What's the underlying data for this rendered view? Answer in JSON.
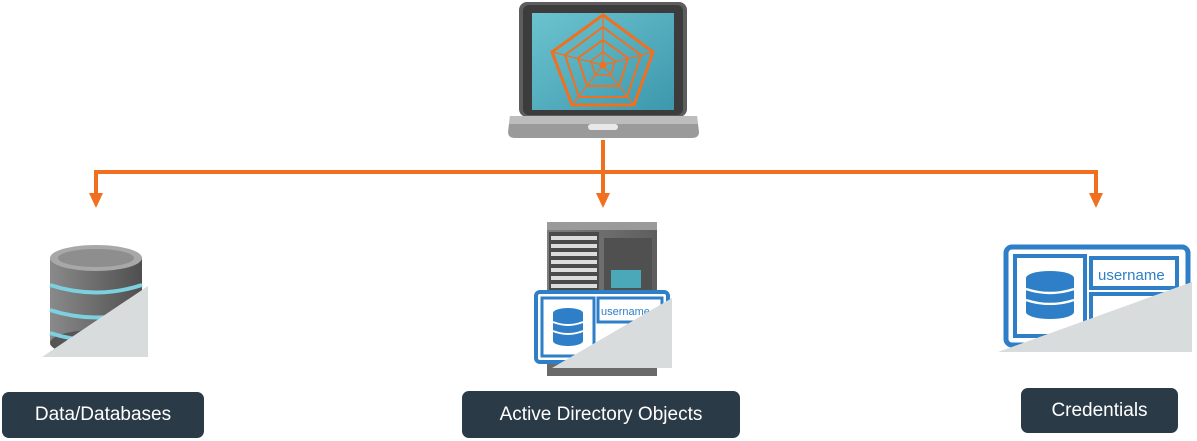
{
  "labels": {
    "data_databases": "Data/Databases",
    "active_directory_objects": "Active Directory Objects",
    "credentials": "Credentials"
  },
  "card_text": {
    "username": "username"
  },
  "colors": {
    "connector_orange": "#f07020",
    "label_bg": "#2b3a47",
    "card_blue": "#2e7fc7",
    "screen_teal": "#4aa8b8"
  }
}
